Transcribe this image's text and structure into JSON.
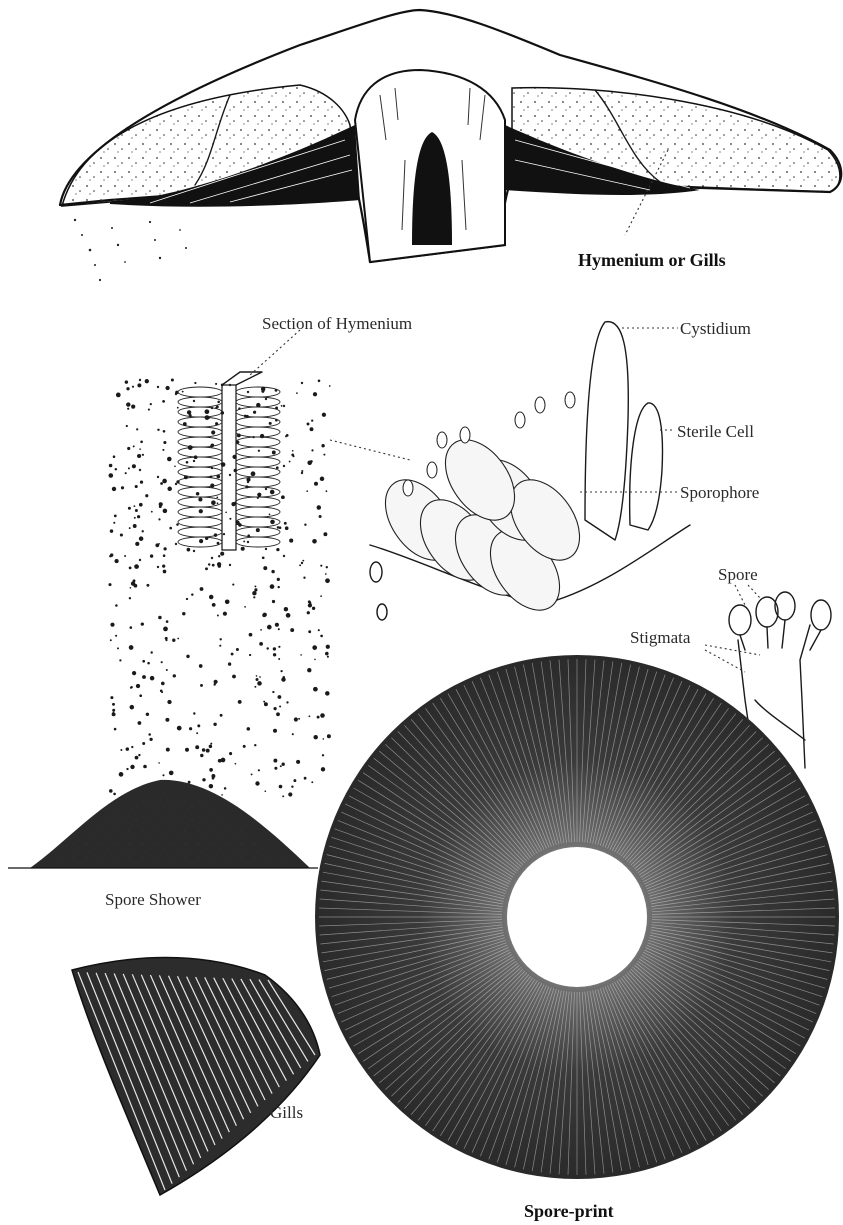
{
  "labels": {
    "hymenium_gills": "Hymenium or Gills",
    "section_hymenium": "Section of Hymenium",
    "cystidium": "Cystidium",
    "sterile_cell": "Sterile Cell",
    "sporophore": "Sporophore",
    "spore": "Spore",
    "stigmata": "Stigmata",
    "spore_shower": "Spore Shower",
    "gills": "Gills",
    "spore_print": "Spore-print"
  },
  "colors": {
    "ink": "#1a1a1a",
    "paper": "#ffffff",
    "print_dark": "#2b2b2b"
  }
}
